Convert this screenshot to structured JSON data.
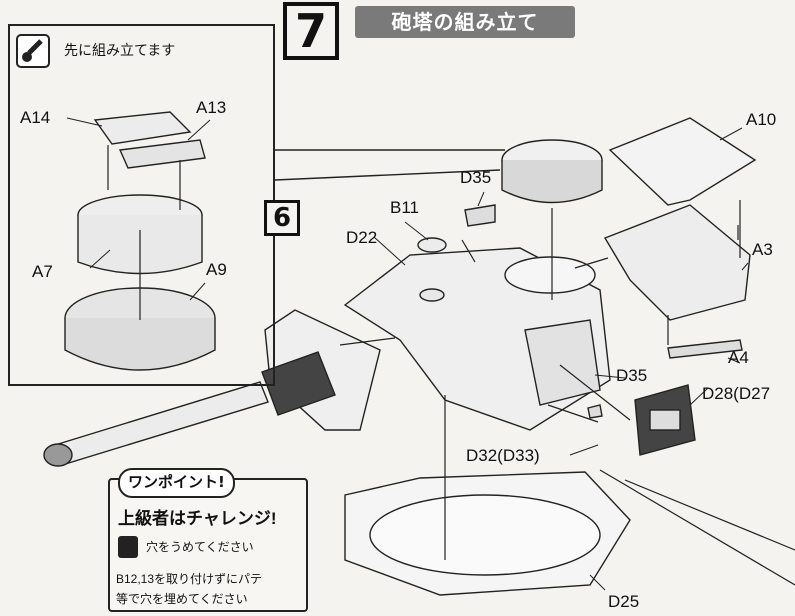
{
  "step_number": "7",
  "title": "砲塔の組み立て",
  "previous_step_number": "6",
  "pre_assembly": {
    "note": "先に組み立てます",
    "icon": "wrench-icon",
    "parts": [
      "A14",
      "A13",
      "A7",
      "A9"
    ]
  },
  "parts": {
    "a10": "A10",
    "a3": "A3",
    "a4": "A4",
    "d35_top": "D35",
    "d35_side": "D35",
    "b11": "B11",
    "d22": "D22",
    "d28": "D28(D27",
    "d32": "D32(D33)",
    "d25": "D25"
  },
  "tip": {
    "badge": "ワンポイント!",
    "heading": "上級者はチャレンジ!",
    "putty_icon": "putty-icon",
    "putty_text": "穴をうめてください",
    "note_line1": "B12,13を取り付けずにパテ",
    "note_line2": "等で穴を埋めてください"
  },
  "colors": {
    "ink": "#111111",
    "paper": "#f4f3ef",
    "title_bg": "#7a7a7a",
    "part_grey": "#d9d9d9"
  }
}
